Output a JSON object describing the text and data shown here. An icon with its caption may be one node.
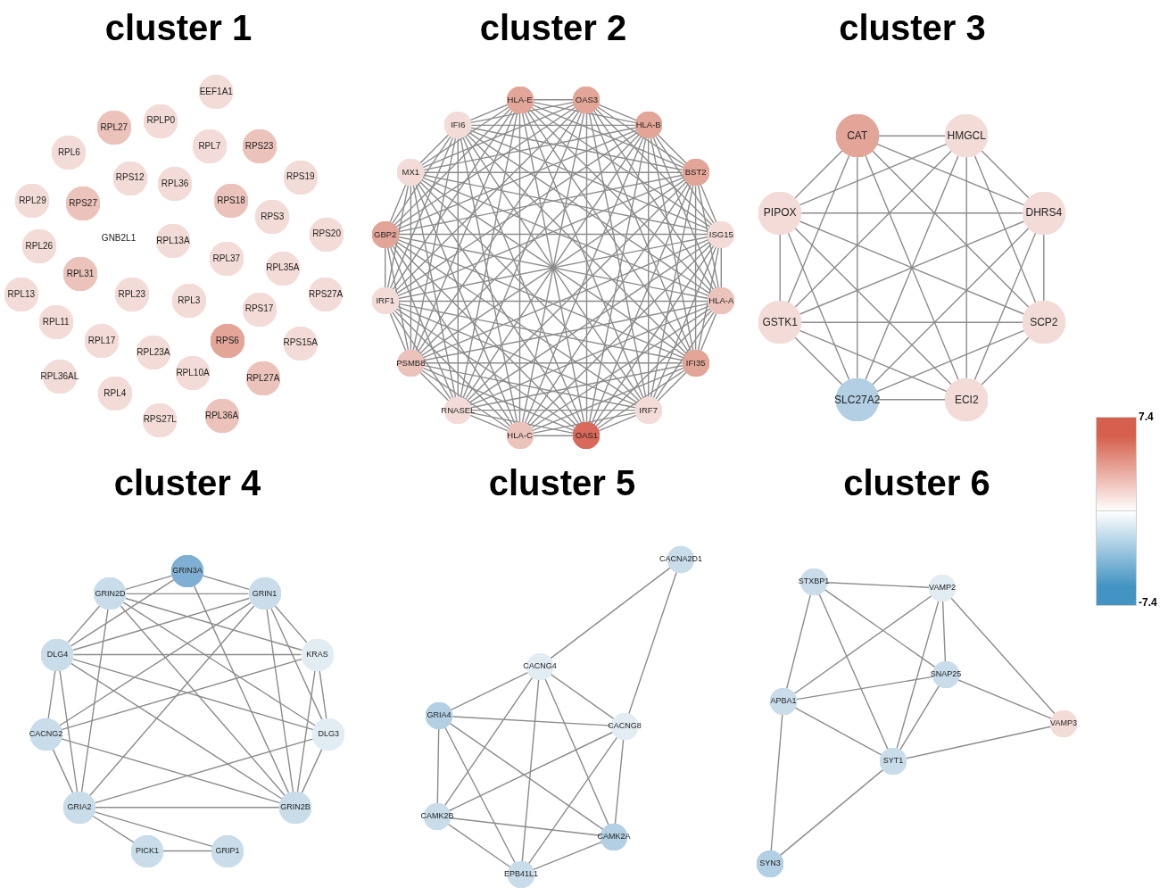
{
  "diagram": {
    "nodes": [
      {
        "text": [
          "cluster 1"
        ]
      },
      {
        "text": [
          "EEF1A1"
        ],
        "in": 0
      },
      {
        "text": [
          "RPLP0"
        ],
        "in": 0
      },
      {
        "text": [
          "RPL27"
        ],
        "in": 0
      },
      {
        "text": [
          "RPL6"
        ],
        "in": 0
      },
      {
        "text": [
          "RPL7"
        ],
        "in": 0
      },
      {
        "text": [
          "RPS23"
        ],
        "in": 0
      },
      {
        "text": [
          "RPS12"
        ],
        "in": 0
      },
      {
        "text": [
          "RPL36"
        ],
        "in": 0
      },
      {
        "text": [
          "RPS19"
        ],
        "in": 0
      },
      {
        "text": [
          "RPL29"
        ],
        "in": 0
      },
      {
        "text": [
          "RPS27"
        ],
        "in": 0
      },
      {
        "text": [
          "RPS18"
        ],
        "in": 0
      },
      {
        "text": [
          "RPS3"
        ],
        "in": 0
      },
      {
        "text": [
          "GNB2L1"
        ],
        "in": 0
      },
      {
        "text": [
          "RPL13A"
        ],
        "in": 0
      },
      {
        "text": [
          "RPS20"
        ],
        "in": 0
      },
      {
        "text": [
          "RPL26"
        ],
        "in": 0
      },
      {
        "text": [
          "RPL37"
        ],
        "in": 0
      },
      {
        "text": [
          "RPL35A"
        ],
        "in": 0
      },
      {
        "text": [
          "RPL31"
        ],
        "in": 0
      },
      {
        "text": [
          "RPL13"
        ],
        "in": 0
      },
      {
        "text": [
          "RPL23"
        ],
        "in": 0
      },
      {
        "text": [
          "RPL3"
        ],
        "in": 0
      },
      {
        "text": [
          "RPS27A"
        ],
        "in": 0
      },
      {
        "text": [
          "RPS17"
        ],
        "in": 0
      },
      {
        "text": [
          "RPL11"
        ],
        "in": 0
      },
      {
        "text": [
          "RPL17"
        ],
        "in": 0
      },
      {
        "text": [
          "RPS6"
        ],
        "in": 0
      },
      {
        "text": [
          "RPS15A"
        ],
        "in": 0
      },
      {
        "text": [
          "RPL23A"
        ],
        "in": 0
      },
      {
        "text": [
          "RPL36AL"
        ],
        "in": 0
      },
      {
        "text": [
          "RPL10A"
        ],
        "in": 0
      },
      {
        "text": [
          "RPL27A"
        ],
        "in": 0
      },
      {
        "text": [
          "RPL4"
        ],
        "in": 0
      },
      {
        "text": [
          "RPS27L"
        ],
        "in": 0
      },
      {
        "text": [
          "RPL36A"
        ],
        "in": 0
      },
      {
        "text": [
          "cluster 2"
        ]
      },
      {
        "text": [
          "OAS3"
        ],
        "in": 37
      },
      {
        "text": [
          "HLA-B"
        ],
        "in": 37
      },
      {
        "text": [
          "HLA-E"
        ],
        "in": 37
      },
      {
        "text": [
          "BST2"
        ],
        "in": 37
      },
      {
        "text": [
          "IFI6"
        ],
        "in": 37
      },
      {
        "text": [
          "MX1"
        ],
        "in": 37
      },
      {
        "text": [
          "ISG15"
        ],
        "in": 37
      },
      {
        "text": [
          "HLA-A"
        ],
        "in": 37
      },
      {
        "text": [
          "GBP2"
        ],
        "in": 37
      },
      {
        "text": [
          "IRF1"
        ],
        "in": 37
      },
      {
        "text": [
          "IFI35"
        ],
        "in": 37
      },
      {
        "text": [
          "IRF7"
        ],
        "in": 37
      },
      {
        "text": [
          "PSMB8"
        ],
        "in": 37
      },
      {
        "text": [
          "OAS1"
        ],
        "in": 37
      },
      {
        "text": [
          "RNASEL"
        ],
        "in": 37
      },
      {
        "text": [
          "HLA-C"
        ],
        "in": 37
      },
      {
        "text": [
          "cluster 3"
        ]
      },
      {
        "text": [
          "CAT"
        ],
        "in": 54
      },
      {
        "text": [
          "HMGCL"
        ],
        "in": 54
      },
      {
        "text": [
          "GSTK1"
        ],
        "in": 54
      },
      {
        "text": [
          "DHRS4"
        ],
        "in": 54
      },
      {
        "text": [
          "PIPOX"
        ],
        "in": 54
      },
      {
        "text": [
          "SLC27A2"
        ],
        "in": 54
      },
      {
        "text": [
          "SCP2"
        ],
        "in": 54
      },
      {
        "text": [
          "ECI2"
        ],
        "in": 54
      },
      {
        "text": [
          "cluster 4"
        ]
      },
      {
        "text": [
          "GRIN3A"
        ],
        "in": 63
      },
      {
        "text": [
          "GRIN2D"
        ],
        "in": 63
      },
      {
        "text": [
          "CACNG2"
        ],
        "in": 63
      },
      {
        "text": [
          "GRIN1"
        ],
        "in": 63
      },
      {
        "text": [
          "DLG4"
        ],
        "in": 63
      },
      {
        "text": [
          "KRAS"
        ],
        "in": 63
      },
      {
        "text": [
          "GRIN2B"
        ],
        "in": 63
      },
      {
        "text": [
          "GRIA2"
        ],
        "in": 63
      },
      {
        "text": [
          "DLG3"
        ],
        "in": 63
      },
      {
        "text": [
          "PICK1"
        ],
        "in": 63
      },
      {
        "text": [
          "GRIP1"
        ],
        "in": 63
      },
      {
        "text": [
          "cluster 5"
        ]
      },
      {
        "text": [
          "CACNA2D1"
        ],
        "in": 75
      },
      {
        "text": [
          "CACNG4"
        ],
        "in": 75
      },
      {
        "text": [
          "GRIA4"
        ],
        "in": 75
      },
      {
        "text": [
          "CACNG8"
        ],
        "in": 75
      },
      {
        "text": [
          "CAMK2B"
        ],
        "in": 75
      },
      {
        "text": [
          "CAMK2A"
        ],
        "in": 75
      },
      {
        "text": [
          "EPB41L1"
        ],
        "in": 75
      },
      {
        "text": [
          "cluster 6"
        ]
      },
      {
        "text": [
          "STXBP1"
        ],
        "in": 83
      },
      {
        "text": [
          "VAMP2"
        ],
        "in": 83
      },
      {
        "text": [
          "APBA1"
        ],
        "in": 83
      },
      {
        "text": [
          "SNAP25"
        ],
        "in": 83
      },
      {
        "text": [
          "VAMP3"
        ],
        "in": 83
      },
      {
        "text": [
          "SYT1"
        ],
        "in": 83
      },
      {
        "text": [
          "SYN3"
        ],
        "in": 83
      }
    ],
    "edges": [
      {
        "from": 38,
        "to": 39,
        "arrow": "none"
      },
      {
        "from": 38,
        "to": 40,
        "arrow": "none"
      },
      {
        "from": 38,
        "to": 41,
        "arrow": "none"
      },
      {
        "from": 38,
        "to": 42,
        "arrow": "none"
      },
      {
        "from": 38,
        "to": 43,
        "arrow": "none"
      },
      {
        "from": 38,
        "to": 44,
        "arrow": "none"
      },
      {
        "from": 38,
        "to": 45,
        "arrow": "none"
      },
      {
        "from": 38,
        "to": 46,
        "arrow": "none"
      },
      {
        "from": 38,
        "to": 47,
        "arrow": "none"
      },
      {
        "from": 38,
        "to": 48,
        "arrow": "none"
      },
      {
        "from": 38,
        "to": 49,
        "arrow": "none"
      },
      {
        "from": 38,
        "to": 50,
        "arrow": "none"
      },
      {
        "from": 38,
        "to": 51,
        "arrow": "none"
      },
      {
        "from": 38,
        "to": 52,
        "arrow": "none"
      },
      {
        "from": 38,
        "to": 53,
        "arrow": "none"
      },
      {
        "from": 39,
        "to": 40,
        "arrow": "none"
      },
      {
        "from": 39,
        "to": 41,
        "arrow": "none"
      },
      {
        "from": 39,
        "to": 42,
        "arrow": "none"
      },
      {
        "from": 39,
        "to": 43,
        "arrow": "none"
      },
      {
        "from": 39,
        "to": 44,
        "arrow": "none"
      },
      {
        "from": 39,
        "to": 45,
        "arrow": "none"
      },
      {
        "from": 39,
        "to": 46,
        "arrow": "none"
      },
      {
        "from": 39,
        "to": 47,
        "arrow": "none"
      },
      {
        "from": 39,
        "to": 48,
        "arrow": "none"
      },
      {
        "from": 39,
        "to": 49,
        "arrow": "none"
      },
      {
        "from": 39,
        "to": 50,
        "arrow": "none"
      },
      {
        "from": 39,
        "to": 51,
        "arrow": "none"
      },
      {
        "from": 39,
        "to": 52,
        "arrow": "none"
      },
      {
        "from": 39,
        "to": 53,
        "arrow": "none"
      },
      {
        "from": 40,
        "to": 41,
        "arrow": "none"
      },
      {
        "from": 40,
        "to": 42,
        "arrow": "none"
      },
      {
        "from": 40,
        "to": 43,
        "arrow": "none"
      },
      {
        "from": 40,
        "to": 44,
        "arrow": "none"
      },
      {
        "from": 40,
        "to": 45,
        "arrow": "none"
      },
      {
        "from": 40,
        "to": 46,
        "arrow": "none"
      },
      {
        "from": 40,
        "to": 47,
        "arrow": "none"
      },
      {
        "from": 40,
        "to": 48,
        "arrow": "none"
      },
      {
        "from": 40,
        "to": 49,
        "arrow": "none"
      },
      {
        "from": 40,
        "to": 50,
        "arrow": "none"
      },
      {
        "from": 40,
        "to": 51,
        "arrow": "none"
      },
      {
        "from": 40,
        "to": 52,
        "arrow": "none"
      },
      {
        "from": 40,
        "to": 53,
        "arrow": "none"
      },
      {
        "from": 41,
        "to": 42,
        "arrow": "none"
      },
      {
        "from": 41,
        "to": 43,
        "arrow": "none"
      },
      {
        "from": 41,
        "to": 44,
        "arrow": "none"
      },
      {
        "from": 41,
        "to": 45,
        "arrow": "none"
      },
      {
        "from": 41,
        "to": 46,
        "arrow": "none"
      },
      {
        "from": 41,
        "to": 47,
        "arrow": "none"
      },
      {
        "from": 41,
        "to": 48,
        "arrow": "none"
      },
      {
        "from": 41,
        "to": 49,
        "arrow": "none"
      },
      {
        "from": 41,
        "to": 50,
        "arrow": "none"
      },
      {
        "from": 41,
        "to": 51,
        "arrow": "none"
      },
      {
        "from": 41,
        "to": 52,
        "arrow": "none"
      },
      {
        "from": 41,
        "to": 53,
        "arrow": "none"
      },
      {
        "from": 42,
        "to": 43,
        "arrow": "none"
      },
      {
        "from": 42,
        "to": 44,
        "arrow": "none"
      },
      {
        "from": 42,
        "to": 45,
        "arrow": "none"
      },
      {
        "from": 42,
        "to": 46,
        "arrow": "none"
      },
      {
        "from": 42,
        "to": 47,
        "arrow": "none"
      },
      {
        "from": 42,
        "to": 48,
        "arrow": "none"
      },
      {
        "from": 42,
        "to": 49,
        "arrow": "none"
      },
      {
        "from": 42,
        "to": 50,
        "arrow": "none"
      },
      {
        "from": 42,
        "to": 51,
        "arrow": "none"
      },
      {
        "from": 42,
        "to": 52,
        "arrow": "none"
      },
      {
        "from": 42,
        "to": 53,
        "arrow": "none"
      },
      {
        "from": 43,
        "to": 44,
        "arrow": "none"
      },
      {
        "from": 43,
        "to": 45,
        "arrow": "none"
      },
      {
        "from": 43,
        "to": 46,
        "arrow": "none"
      },
      {
        "from": 43,
        "to": 47,
        "arrow": "none"
      },
      {
        "from": 43,
        "to": 48,
        "arrow": "none"
      },
      {
        "from": 43,
        "to": 49,
        "arrow": "none"
      },
      {
        "from": 43,
        "to": 50,
        "arrow": "none"
      },
      {
        "from": 43,
        "to": 51,
        "arrow": "none"
      },
      {
        "from": 43,
        "to": 52,
        "arrow": "none"
      },
      {
        "from": 43,
        "to": 53,
        "arrow": "none"
      },
      {
        "from": 44,
        "to": 45,
        "arrow": "none"
      },
      {
        "from": 44,
        "to": 46,
        "arrow": "none"
      },
      {
        "from": 44,
        "to": 47,
        "arrow": "none"
      },
      {
        "from": 44,
        "to": 48,
        "arrow": "none"
      },
      {
        "from": 44,
        "to": 49,
        "arrow": "none"
      },
      {
        "from": 44,
        "to": 50,
        "arrow": "none"
      },
      {
        "from": 44,
        "to": 51,
        "arrow": "none"
      },
      {
        "from": 44,
        "to": 52,
        "arrow": "none"
      },
      {
        "from": 44,
        "to": 53,
        "arrow": "none"
      },
      {
        "from": 45,
        "to": 46,
        "arrow": "none"
      },
      {
        "from": 45,
        "to": 47,
        "arrow": "none"
      },
      {
        "from": 45,
        "to": 48,
        "arrow": "none"
      },
      {
        "from": 45,
        "to": 49,
        "arrow": "none"
      },
      {
        "from": 45,
        "to": 50,
        "arrow": "none"
      },
      {
        "from": 45,
        "to": 51,
        "arrow": "none"
      },
      {
        "from": 45,
        "to": 52,
        "arrow": "none"
      },
      {
        "from": 45,
        "to": 53,
        "arrow": "none"
      },
      {
        "from": 46,
        "to": 47,
        "arrow": "none"
      },
      {
        "from": 46,
        "to": 48,
        "arrow": "none"
      },
      {
        "from": 46,
        "to": 49,
        "arrow": "none"
      },
      {
        "from": 46,
        "to": 50,
        "arrow": "none"
      },
      {
        "from": 46,
        "to": 51,
        "arrow": "none"
      },
      {
        "from": 46,
        "to": 52,
        "arrow": "none"
      },
      {
        "from": 46,
        "to": 53,
        "arrow": "none"
      },
      {
        "from": 47,
        "to": 48,
        "arrow": "none"
      },
      {
        "from": 47,
        "to": 49,
        "arrow": "none"
      },
      {
        "from": 47,
        "to": 50,
        "arrow": "none"
      },
      {
        "from": 47,
        "to": 51,
        "arrow": "none"
      },
      {
        "from": 47,
        "to": 52,
        "arrow": "none"
      },
      {
        "from": 47,
        "to": 53,
        "arrow": "none"
      },
      {
        "from": 48,
        "to": 49,
        "arrow": "none"
      },
      {
        "from": 48,
        "to": 50,
        "arrow": "none"
      },
      {
        "from": 48,
        "to": 51,
        "arrow": "none"
      },
      {
        "from": 48,
        "to": 52,
        "arrow": "none"
      },
      {
        "from": 48,
        "to": 53,
        "arrow": "none"
      },
      {
        "from": 49,
        "to": 50,
        "arrow": "none"
      },
      {
        "from": 49,
        "to": 51,
        "arrow": "none"
      },
      {
        "from": 49,
        "to": 52,
        "arrow": "none"
      },
      {
        "from": 49,
        "to": 53,
        "arrow": "none"
      },
      {
        "from": 50,
        "to": 51,
        "arrow": "none"
      },
      {
        "from": 50,
        "to": 52,
        "arrow": "none"
      },
      {
        "from": 50,
        "to": 53,
        "arrow": "none"
      },
      {
        "from": 51,
        "to": 52,
        "arrow": "none"
      },
      {
        "from": 51,
        "to": 53,
        "arrow": "none"
      },
      {
        "from": 52,
        "to": 53,
        "arrow": "none"
      },
      {
        "from": 55,
        "to": 56,
        "arrow": "none"
      },
      {
        "from": 55,
        "to": 57,
        "arrow": "none"
      },
      {
        "from": 55,
        "to": 58,
        "arrow": "none"
      },
      {
        "from": 55,
        "to": 59,
        "arrow": "none"
      },
      {
        "from": 55,
        "to": 60,
        "arrow": "none"
      },
      {
        "from": 55,
        "to": 61,
        "arrow": "none"
      },
      {
        "from": 55,
        "to": 62,
        "arrow": "none"
      },
      {
        "from": 56,
        "to": 57,
        "arrow": "none"
      },
      {
        "from": 56,
        "to": 58,
        "arrow": "none"
      },
      {
        "from": 56,
        "to": 59,
        "arrow": "none"
      },
      {
        "from": 56,
        "to": 60,
        "arrow": "none"
      },
      {
        "from": 56,
        "to": 61,
        "arrow": "none"
      },
      {
        "from": 56,
        "to": 62,
        "arrow": "none"
      },
      {
        "from": 57,
        "to": 58,
        "arrow": "none"
      },
      {
        "from": 57,
        "to": 59,
        "arrow": "none"
      },
      {
        "from": 57,
        "to": 60,
        "arrow": "none"
      },
      {
        "from": 57,
        "to": 61,
        "arrow": "none"
      },
      {
        "from": 57,
        "to": 62,
        "arrow": "none"
      },
      {
        "from": 58,
        "to": 59,
        "arrow": "none"
      },
      {
        "from": 58,
        "to": 60,
        "arrow": "none"
      },
      {
        "from": 58,
        "to": 61,
        "arrow": "none"
      },
      {
        "from": 58,
        "to": 62,
        "arrow": "none"
      },
      {
        "from": 59,
        "to": 60,
        "arrow": "none"
      },
      {
        "from": 59,
        "to": 61,
        "arrow": "none"
      },
      {
        "from": 59,
        "to": 62,
        "arrow": "none"
      },
      {
        "from": 60,
        "to": 61,
        "arrow": "none"
      },
      {
        "from": 60,
        "to": 62,
        "arrow": "none"
      },
      {
        "from": 61,
        "to": 62,
        "arrow": "none"
      },
      {
        "from": 64,
        "to": 65,
        "arrow": "none"
      },
      {
        "from": 64,
        "to": 68,
        "arrow": "none"
      },
      {
        "from": 64,
        "to": 67,
        "arrow": "none"
      },
      {
        "from": 64,
        "to": 70,
        "arrow": "none"
      },
      {
        "from": 65,
        "to": 68,
        "arrow": "none"
      },
      {
        "from": 65,
        "to": 71,
        "arrow": "none"
      },
      {
        "from": 65,
        "to": 70,
        "arrow": "none"
      },
      {
        "from": 65,
        "to": 67,
        "arrow": "none"
      },
      {
        "from": 65,
        "to": 69,
        "arrow": "none"
      },
      {
        "from": 65,
        "to": 72,
        "arrow": "none"
      },
      {
        "from": 66,
        "to": 67,
        "arrow": "none"
      },
      {
        "from": 66,
        "to": 68,
        "arrow": "none"
      },
      {
        "from": 66,
        "to": 69,
        "arrow": "none"
      },
      {
        "from": 66,
        "to": 70,
        "arrow": "none"
      },
      {
        "from": 66,
        "to": 71,
        "arrow": "none"
      },
      {
        "from": 67,
        "to": 68,
        "arrow": "none"
      },
      {
        "from": 67,
        "to": 69,
        "arrow": "none"
      },
      {
        "from": 67,
        "to": 70,
        "arrow": "none"
      },
      {
        "from": 67,
        "to": 71,
        "arrow": "none"
      },
      {
        "from": 67,
        "to": 72,
        "arrow": "none"
      },
      {
        "from": 68,
        "to": 69,
        "arrow": "none"
      },
      {
        "from": 68,
        "to": 70,
        "arrow": "none"
      },
      {
        "from": 68,
        "to": 71,
        "arrow": "none"
      },
      {
        "from": 68,
        "to": 72,
        "arrow": "none"
      },
      {
        "from": 69,
        "to": 70,
        "arrow": "none"
      },
      {
        "from": 69,
        "to": 72,
        "arrow": "none"
      },
      {
        "from": 70,
        "to": 71,
        "arrow": "none"
      },
      {
        "from": 70,
        "to": 72,
        "arrow": "none"
      },
      {
        "from": 71,
        "to": 72,
        "arrow": "none"
      },
      {
        "from": 71,
        "to": 73,
        "arrow": "none"
      },
      {
        "from": 71,
        "to": 74,
        "arrow": "none"
      },
      {
        "from": 73,
        "to": 74,
        "arrow": "none"
      },
      {
        "from": 76,
        "to": 77,
        "arrow": "none"
      },
      {
        "from": 76,
        "to": 79,
        "arrow": "none"
      },
      {
        "from": 77,
        "to": 78,
        "arrow": "none"
      },
      {
        "from": 77,
        "to": 79,
        "arrow": "none"
      },
      {
        "from": 77,
        "to": 80,
        "arrow": "none"
      },
      {
        "from": 77,
        "to": 81,
        "arrow": "none"
      },
      {
        "from": 77,
        "to": 82,
        "arrow": "none"
      },
      {
        "from": 78,
        "to": 79,
        "arrow": "none"
      },
      {
        "from": 78,
        "to": 80,
        "arrow": "none"
      },
      {
        "from": 78,
        "to": 81,
        "arrow": "none"
      },
      {
        "from": 78,
        "to": 82,
        "arrow": "none"
      },
      {
        "from": 79,
        "to": 80,
        "arrow": "none"
      },
      {
        "from": 79,
        "to": 81,
        "arrow": "none"
      },
      {
        "from": 79,
        "to": 82,
        "arrow": "none"
      },
      {
        "from": 80,
        "to": 81,
        "arrow": "none"
      },
      {
        "from": 80,
        "to": 82,
        "arrow": "none"
      },
      {
        "from": 81,
        "to": 82,
        "arrow": "none"
      },
      {
        "from": 84,
        "to": 85,
        "arrow": "none"
      },
      {
        "from": 84,
        "to": 86,
        "arrow": "none"
      },
      {
        "from": 84,
        "to": 89,
        "arrow": "none"
      },
      {
        "from": 84,
        "to": 87,
        "arrow": "none"
      },
      {
        "from": 85,
        "to": 86,
        "arrow": "none"
      },
      {
        "from": 85,
        "to": 89,
        "arrow": "none"
      },
      {
        "from": 85,
        "to": 87,
        "arrow": "none"
      },
      {
        "from": 85,
        "to": 88,
        "arrow": "none"
      },
      {
        "from": 86,
        "to": 87,
        "arrow": "none"
      },
      {
        "from": 86,
        "to": 89,
        "arrow": "none"
      },
      {
        "from": 86,
        "to": 90,
        "arrow": "none"
      },
      {
        "from": 87,
        "to": 89,
        "arrow": "none"
      },
      {
        "from": 87,
        "to": 88,
        "arrow": "none"
      },
      {
        "from": 89,
        "to": 88,
        "arrow": "none"
      },
      {
        "from": 89,
        "to": 90,
        "arrow": "none"
      }
    ],
    "legend": [
      {
        "text": "7.4",
        "color": "#d6604d"
      },
      {
        "text": "-7.4",
        "color": "#4393c3"
      }
    ]
  }
}
